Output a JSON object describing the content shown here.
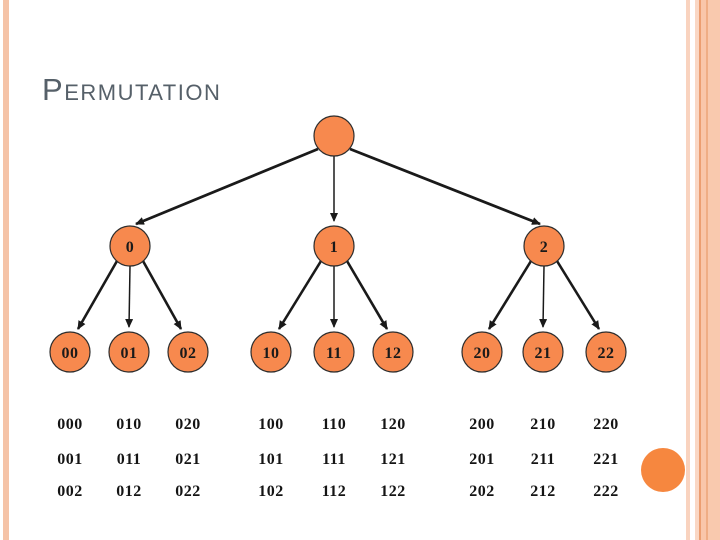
{
  "slide": {
    "title": {
      "lead": "P",
      "rest": "ERMUTATION"
    }
  },
  "colors": {
    "node_fill": "#F7894E",
    "node_stroke": "#2d2d2d",
    "edge": "#1a1a1a",
    "title_text": "#566069",
    "stripe_salmon": "#F5C3A7",
    "accent_circle": "#F6873F"
  },
  "tree": {
    "root_label": "",
    "level1": [
      "0",
      "1",
      "2"
    ],
    "leaves": [
      "00",
      "01",
      "02",
      "10",
      "11",
      "12",
      "20",
      "21",
      "22"
    ]
  },
  "grid": {
    "rows": [
      {
        "cells": [
          "000",
          "010",
          "020",
          "100",
          "110",
          "120",
          "200",
          "210",
          "220"
        ]
      },
      {
        "cells": [
          "001",
          "011",
          "021",
          "101",
          "111",
          "121",
          "201",
          "211",
          "221"
        ]
      },
      {
        "cells": [
          "002",
          "012",
          "022",
          "102",
          "112",
          "122",
          "202",
          "212",
          "222"
        ]
      }
    ]
  }
}
